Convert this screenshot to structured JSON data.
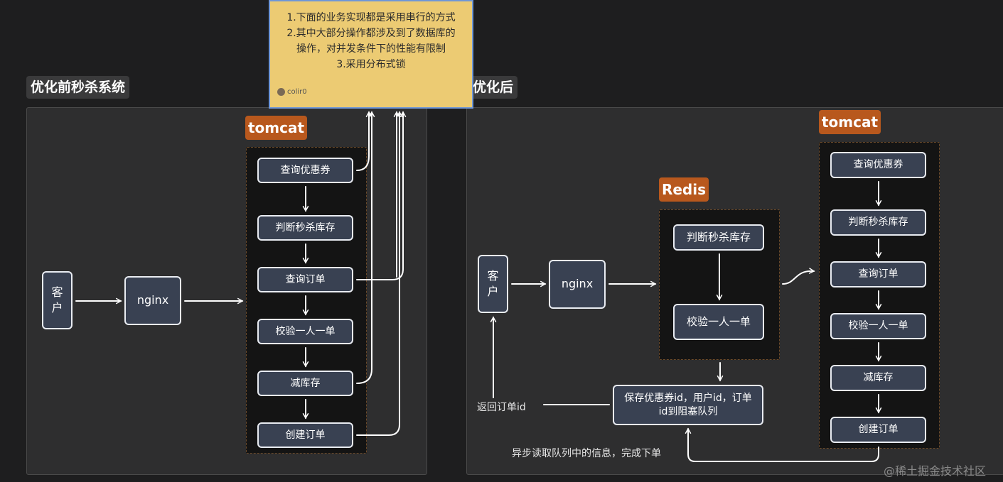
{
  "note": {
    "lines": [
      "1.下面的业务实现都是采用串行的方式",
      "2.其中大部分操作都涉及到了数据库的",
      "操作，对并发条件下的性能有限制",
      "3.采用分布式锁"
    ],
    "author": "colir0"
  },
  "before": {
    "title": "优化前秒杀系统",
    "client": "客户",
    "nginx": "nginx",
    "tomcat_label": "tomcat",
    "steps": [
      "查询优惠券",
      "判断秒杀库存",
      "查询订单",
      "校验一人一单",
      "减库存",
      "创建订单"
    ]
  },
  "after": {
    "title": "优化后",
    "client": "客户",
    "nginx": "nginx",
    "redis_label": "Redis",
    "redis_steps": [
      "判断秒杀库存",
      "校验一人一单"
    ],
    "queue_node": "保存优惠券id，用户id，订单id到阻塞队列",
    "return_label": "返回订单id",
    "async_label": "异步读取队列中的信息，完成下单",
    "tomcat_label": "tomcat",
    "steps": [
      "查询优惠券",
      "判断秒杀库存",
      "查询订单",
      "校验一人一单",
      "减库存",
      "创建订单"
    ]
  },
  "watermark": "@稀土掘金技术社区",
  "colors": {
    "background": "#1e1e1f",
    "panel": "#2e2e2f",
    "node_fill": "#394152",
    "badge": "#b8581d",
    "note_fill": "#eccb73",
    "note_border": "#6f97d6"
  }
}
